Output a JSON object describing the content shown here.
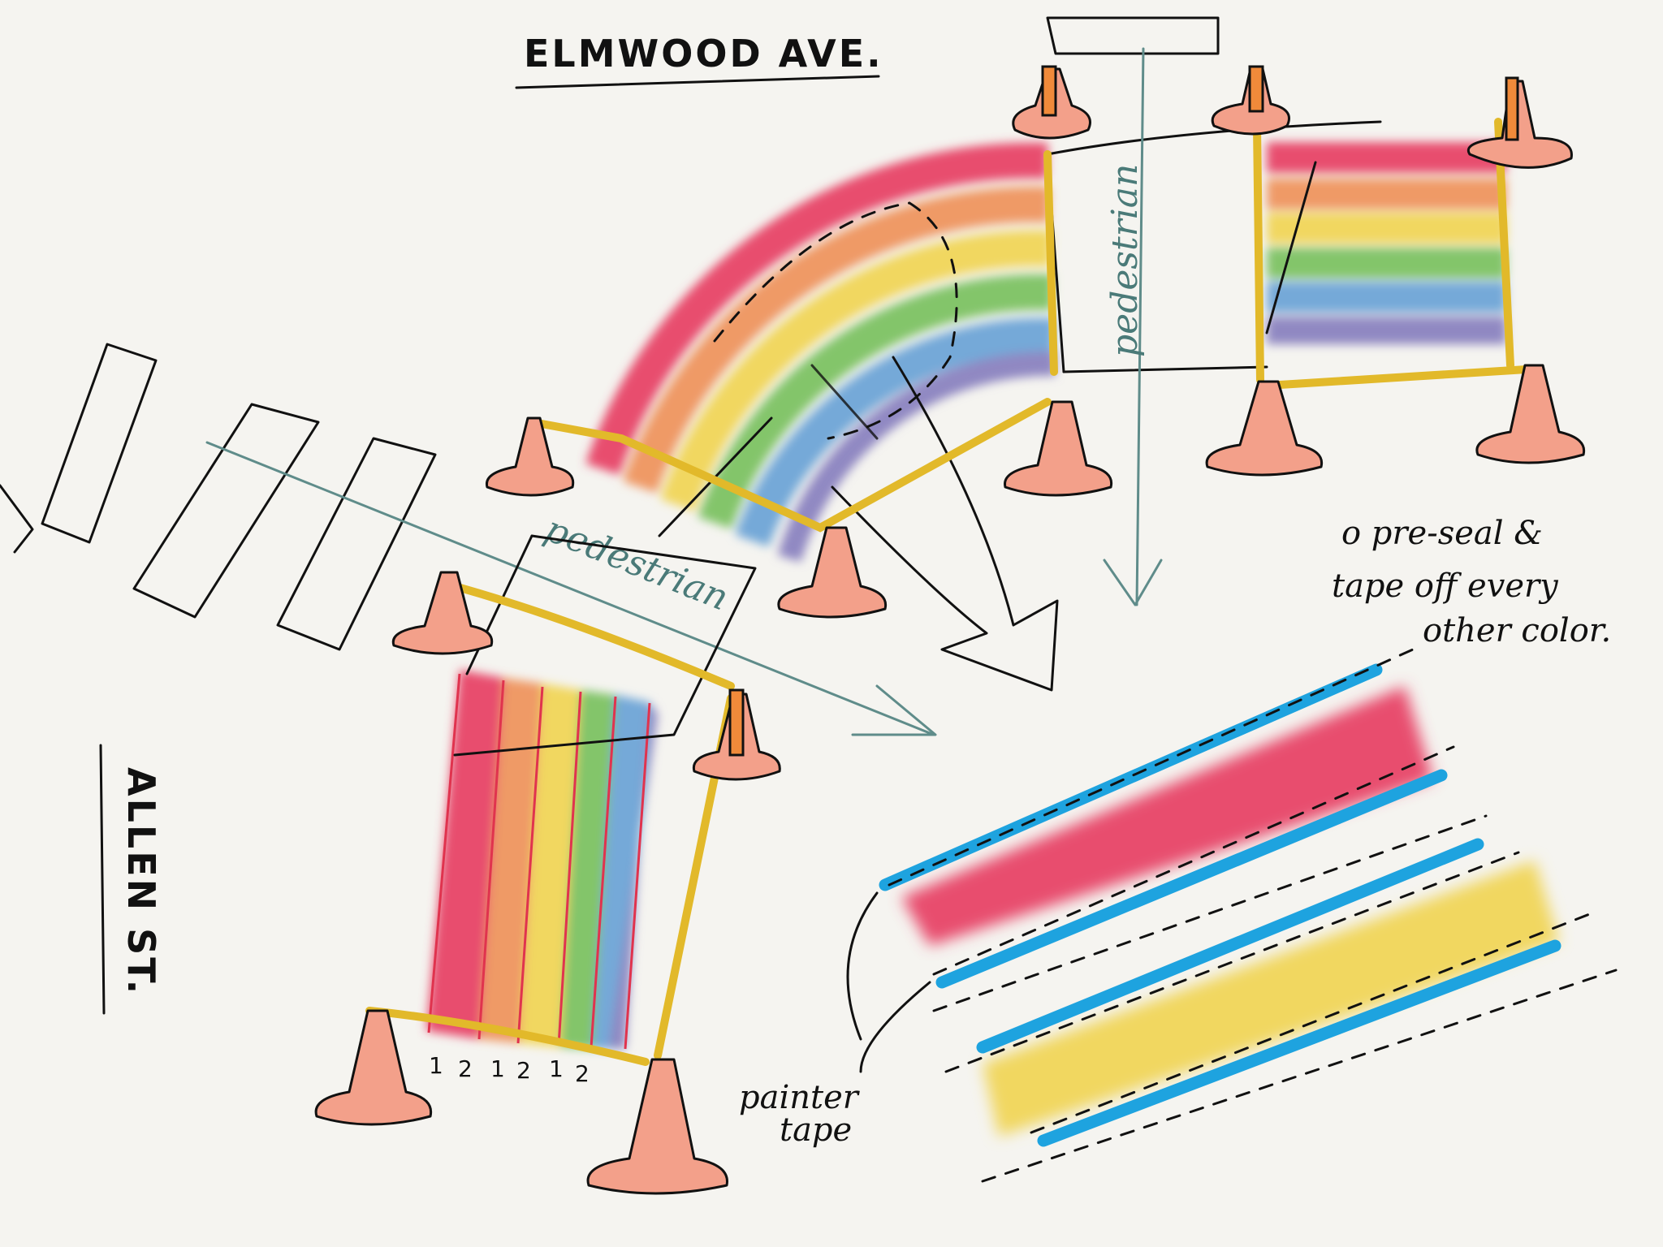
{
  "labels": {
    "top_street": "ELMWOOD AVE.",
    "side_street": "ALLEN ST.",
    "pedestrian_vertical": "pedestrian",
    "pedestrian_diagonal": "pedestrian",
    "note_line1": "o pre-seal &",
    "note_line2": "tape off every",
    "note_line3": "other color.",
    "tape_line1": "painter",
    "tape_line2": "tape"
  },
  "stripe_numbers": [
    "1",
    "2",
    "1",
    "2",
    "1",
    "2"
  ],
  "colors": {
    "red": "#e84d6e",
    "orange": "#ef9a66",
    "yellow": "#f1d760",
    "green": "#83c56a",
    "blue": "#75a9d8",
    "purple": "#9088c2",
    "tape_blue": "#1ea3df",
    "cone": "#f3a08a",
    "rope": "#e2b92a",
    "arrow": "#5f8c8a"
  },
  "icons": [
    "traffic-cone-icon",
    "direction-arrow-icon"
  ]
}
